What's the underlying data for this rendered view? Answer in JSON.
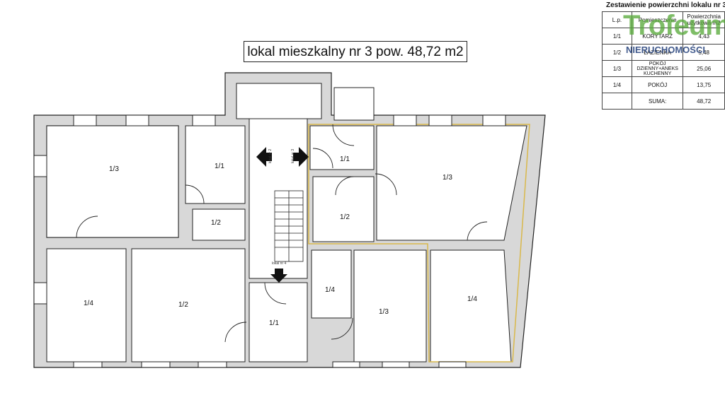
{
  "title": "lokal mieszkalny nr 3  pow. 48,72 m2",
  "summary": {
    "title": "Zestawienie powierzchni lokalu nr 3",
    "headers": [
      "L.p.",
      "Pomieszczenie",
      "Powierzchnia użytkowa m2"
    ],
    "rows": [
      {
        "no": "1/1",
        "name": "KORYTARZ",
        "area": "4,43"
      },
      {
        "no": "1/2",
        "name": "ŁAZIENKA",
        "area": "5,48"
      },
      {
        "no": "1/3",
        "name": "POKÓJ DZIENNY+ANEKS KUCHENNY",
        "area": "25,06"
      },
      {
        "no": "1/4",
        "name": "POKÓJ",
        "area": "13,75"
      }
    ],
    "total_label": "SUMA:",
    "total_value": "48,72"
  },
  "watermark": {
    "brand": "Trofeum",
    "sub": "NIERUCHOMOŚCI"
  },
  "rooms": {
    "r1": "1/3",
    "r2": "1/1",
    "r3": "1/2",
    "r4": "1/4",
    "r5": "1/2",
    "r6": "1/1",
    "r7": "1/1",
    "r8": "1/2",
    "r9": "1/3",
    "r10": "1/4",
    "r11": "1/3",
    "r12": "1/4"
  },
  "annotations": {
    "lokal4": "lokal nr 4",
    "left_arrow": "lokal nr 2",
    "right_arrow": "lokal nr 3"
  },
  "colors": {
    "walls": "#d8d8d8",
    "wall_line": "#222222",
    "highlight": "#d9b84a"
  }
}
